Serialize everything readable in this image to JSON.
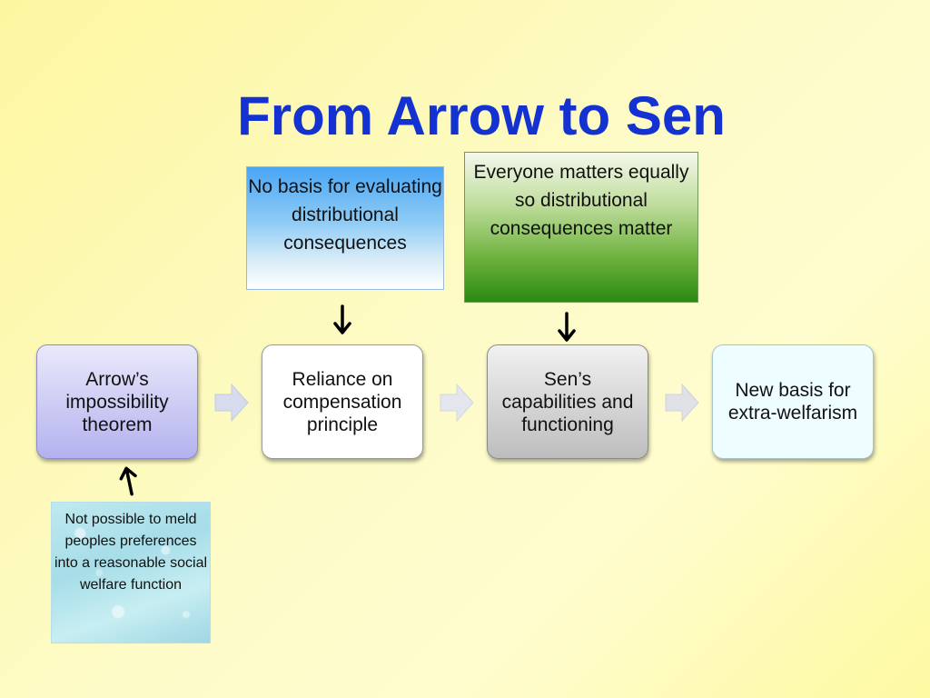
{
  "slide": {
    "title": "From Arrow to Sen"
  },
  "notes": {
    "no_basis": "No basis for evaluating distributional consequences",
    "everyone_matters": "Everyone matters equally so distributional consequences matter",
    "not_possible": "Not possible to meld peoples preferences into a reasonable social welfare function"
  },
  "flow": {
    "steps": [
      "Arrow’s impossibility theorem",
      "Reliance on compensation principle",
      "Sen’s capabilities and functioning",
      "New basis for extra-welfarism"
    ]
  },
  "colors": {
    "title": "#1432d2",
    "arrow_fill": "#d6dcee"
  }
}
